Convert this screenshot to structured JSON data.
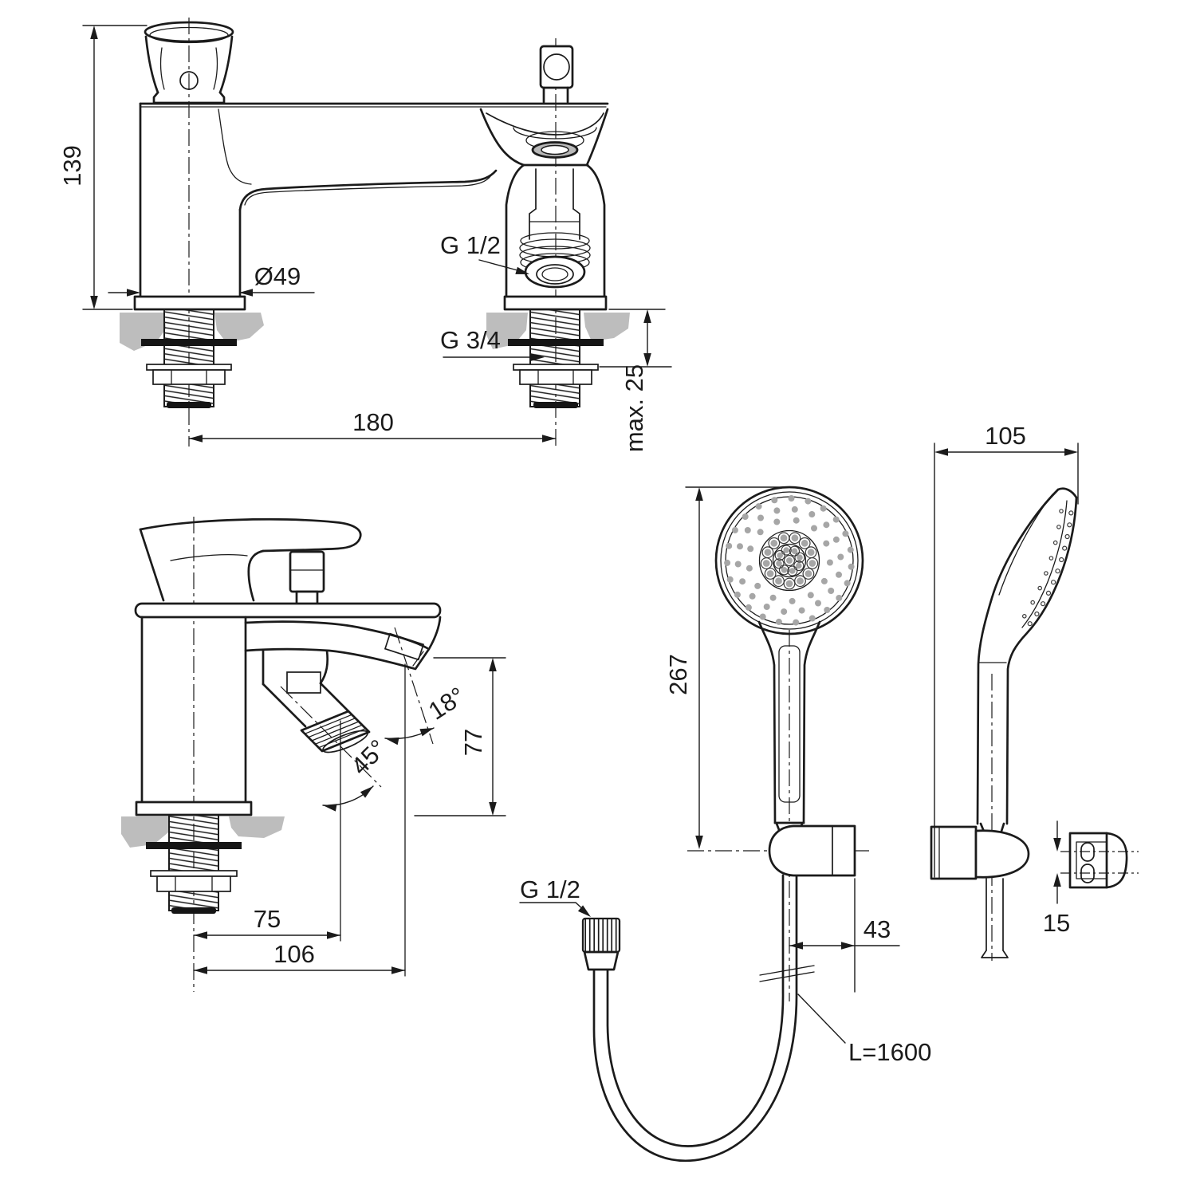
{
  "front_view": {
    "height": "139",
    "body_diameter": "Ø49",
    "shower_hose_thread": "G 1/2",
    "inlet_thread": "G 3/4",
    "hole_distance": "180",
    "max_deck_thickness": "max. 25"
  },
  "side_view": {
    "spout_angle": "18°",
    "handspray_angle": "45°",
    "spout_height": "77",
    "handspray_offset": "75",
    "spout_reach": "106"
  },
  "handshower_front_view": {
    "length": "267",
    "holder_depth": "43",
    "hose_thread": "G 1/2",
    "hose_length": "L=1600"
  },
  "handshower_side_view": {
    "depth": "105"
  },
  "bracket_detail": {
    "hole_spacing": "15"
  }
}
